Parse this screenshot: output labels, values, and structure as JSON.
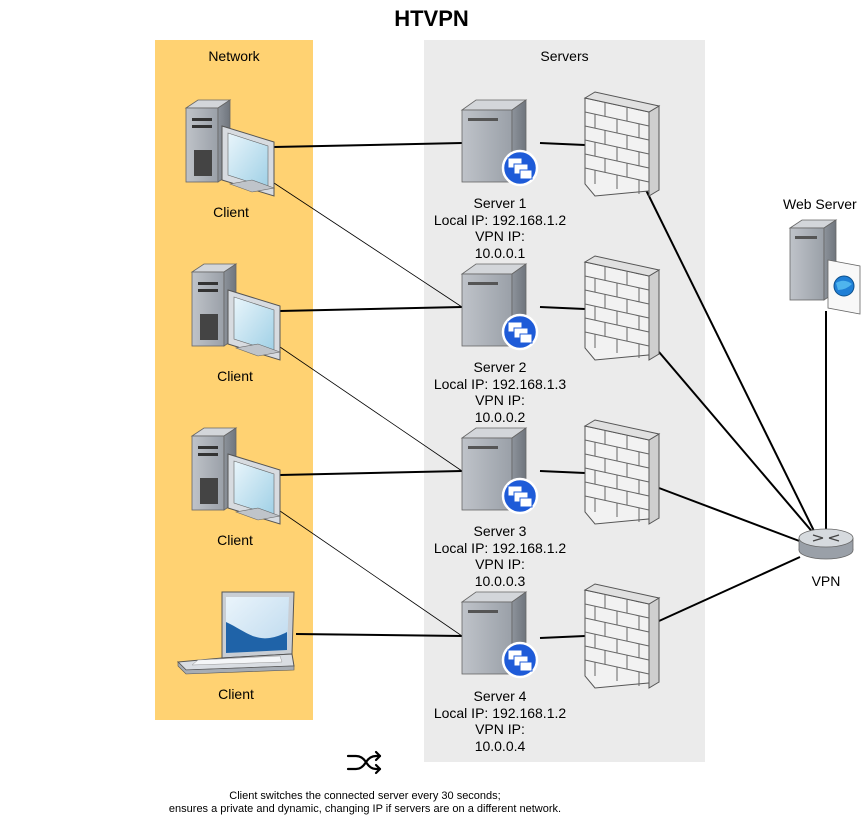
{
  "title": "HTVPN",
  "lanes": {
    "network": "Network",
    "servers": "Servers"
  },
  "clients": [
    {
      "label": "Client",
      "icon": "desktop-computer-icon"
    },
    {
      "label": "Client",
      "icon": "desktop-computer-icon"
    },
    {
      "label": "Client",
      "icon": "desktop-computer-icon"
    },
    {
      "label": "Client",
      "icon": "laptop-icon"
    }
  ],
  "servers": [
    {
      "name": "Server 1",
      "local_ip": "Local IP: 192.168.1.2",
      "vpn_ip_label": "VPN IP:",
      "vpn_ip": "10.0.0.1"
    },
    {
      "name": "Server 2",
      "local_ip": "Local IP: 192.168.1.3",
      "vpn_ip_label": "VPN IP:",
      "vpn_ip": "10.0.0.2"
    },
    {
      "name": "Server 3",
      "local_ip": "Local IP: 192.168.1.2",
      "vpn_ip_label": "VPN IP:",
      "vpn_ip": "10.0.0.3"
    },
    {
      "name": "Server 4",
      "local_ip": "Local IP: 192.168.1.2",
      "vpn_ip_label": "VPN IP:",
      "vpn_ip": "10.0.0.4"
    }
  ],
  "web_server": {
    "label": "Web Server",
    "icon": "web-server-icon"
  },
  "vpn": {
    "label": "VPN",
    "icon": "router-icon"
  },
  "switch_icon": "shuffle-icon",
  "caption": {
    "line1": "Client switches the connected server every 30 seconds;",
    "line2": "ensures a private and dynamic, changing IP if servers are on a different network."
  },
  "colors": {
    "network_lane": "#FFD272",
    "servers_lane": "#EBEBEB",
    "server_badge": "#1E5BD8"
  }
}
